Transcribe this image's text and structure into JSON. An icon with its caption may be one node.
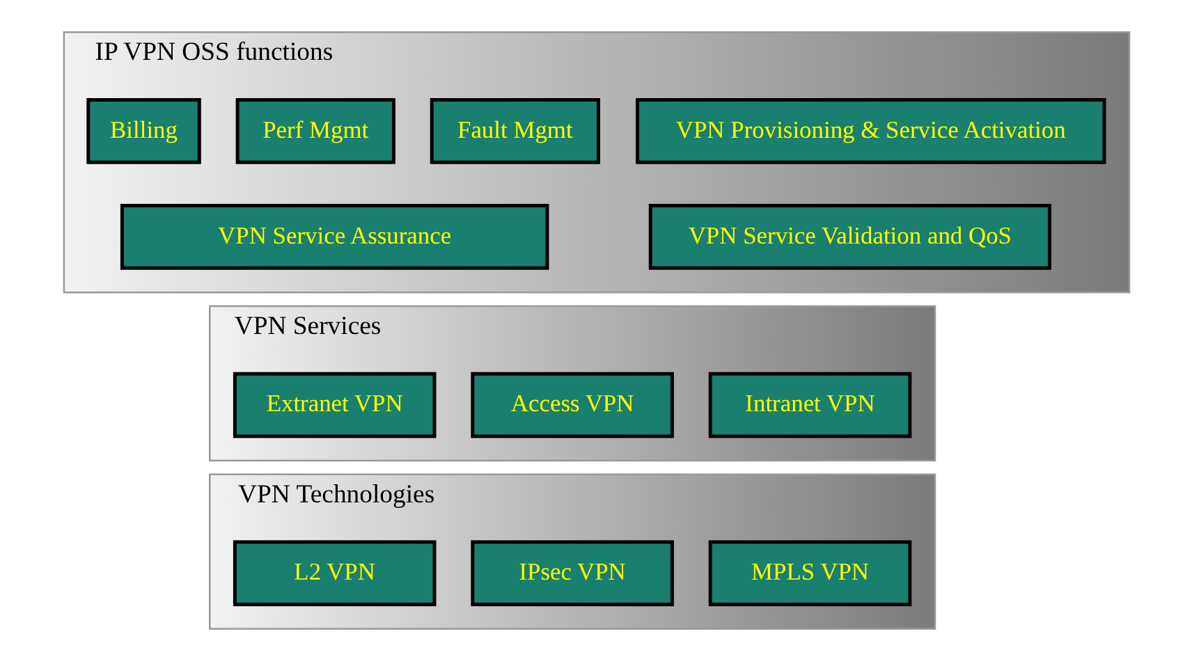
{
  "diagram": {
    "nodes": [
      {
        "text": [
          "IP VPN OSS functions"
        ]
      },
      {
        "text": [
          "VPN Provisioning & Service Activation"
        ],
        "in": 0
      },
      {
        "text": [
          "VPN Service Validation and QoS"
        ],
        "in": 0
      },
      {
        "text": [
          "Fault Mgmt"
        ],
        "in": 0
      },
      {
        "text": [
          "Perf Mgmt"
        ],
        "in": 0
      },
      {
        "text": [
          "Billing"
        ],
        "in": 0
      },
      {
        "text": [
          "VPN Service Assurance"
        ],
        "in": 0
      },
      {
        "text": [
          "VPN Services"
        ]
      },
      {
        "text": [
          "Intranet VPN"
        ],
        "in": 7
      },
      {
        "text": [
          "Access VPN"
        ],
        "in": 7
      },
      {
        "text": [
          "Extranet VPN"
        ],
        "in": 7
      },
      {
        "text": [
          "VPN Technologies"
        ]
      },
      {
        "text": [
          "MPLS VPN"
        ],
        "in": 11
      },
      {
        "text": [
          "IPsec VPN"
        ],
        "in": 11
      },
      {
        "text": [
          "L2 VPN"
        ],
        "in": 11
      }
    ]
  }
}
